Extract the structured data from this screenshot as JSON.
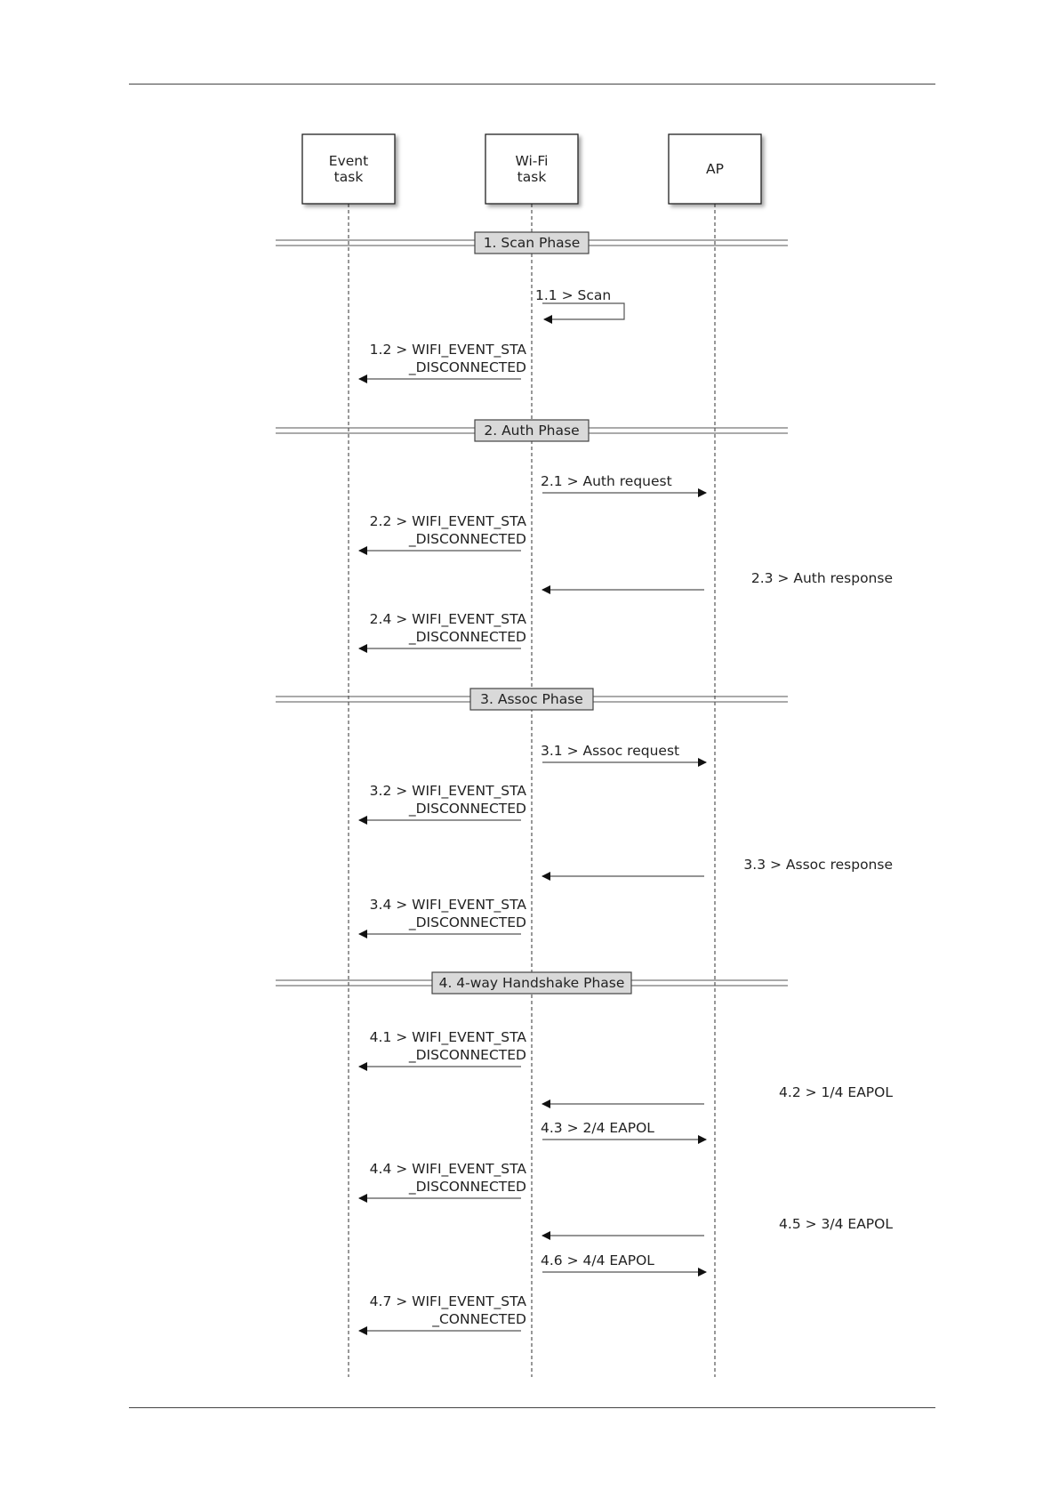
{
  "participants": [
    {
      "id": "event",
      "lines": [
        "Event",
        "task"
      ]
    },
    {
      "id": "wifi",
      "lines": [
        "Wi-Fi",
        "task"
      ]
    },
    {
      "id": "ap",
      "lines": [
        "AP"
      ]
    }
  ],
  "phases": [
    {
      "label": "1. Scan Phase"
    },
    {
      "label": "2. Auth Phase"
    },
    {
      "label": "3. Assoc Phase"
    },
    {
      "label": "4. 4-way Handshake Phase"
    }
  ],
  "messages": [
    {
      "name": "scan",
      "from": "wifi",
      "to": "wifi",
      "lines": [
        "1.1 > Scan"
      ]
    },
    {
      "name": "event-1-2",
      "from": "wifi",
      "to": "event",
      "lines": [
        "1.2 > WIFI_EVENT_STA",
        "_DISCONNECTED"
      ]
    },
    {
      "name": "auth-request",
      "from": "wifi",
      "to": "ap",
      "lines": [
        "2.1 > Auth request"
      ]
    },
    {
      "name": "event-2-2",
      "from": "wifi",
      "to": "event",
      "lines": [
        "2.2 > WIFI_EVENT_STA",
        "_DISCONNECTED"
      ]
    },
    {
      "name": "auth-response",
      "from": "ap",
      "to": "wifi",
      "lines": [
        "2.3 > Auth response"
      ]
    },
    {
      "name": "event-2-4",
      "from": "wifi",
      "to": "event",
      "lines": [
        "2.4 > WIFI_EVENT_STA",
        "_DISCONNECTED"
      ]
    },
    {
      "name": "assoc-request",
      "from": "wifi",
      "to": "ap",
      "lines": [
        "3.1 > Assoc request"
      ]
    },
    {
      "name": "event-3-2",
      "from": "wifi",
      "to": "event",
      "lines": [
        "3.2 > WIFI_EVENT_STA",
        "_DISCONNECTED"
      ]
    },
    {
      "name": "assoc-response",
      "from": "ap",
      "to": "wifi",
      "lines": [
        "3.3 > Assoc response"
      ]
    },
    {
      "name": "event-3-4",
      "from": "wifi",
      "to": "event",
      "lines": [
        "3.4 > WIFI_EVENT_STA",
        "_DISCONNECTED"
      ]
    },
    {
      "name": "event-4-1",
      "from": "wifi",
      "to": "event",
      "lines": [
        "4.1 > WIFI_EVENT_STA",
        "_DISCONNECTED"
      ]
    },
    {
      "name": "eapol-1-4",
      "from": "ap",
      "to": "wifi",
      "lines": [
        "4.2 > 1/4 EAPOL"
      ]
    },
    {
      "name": "eapol-2-4",
      "from": "wifi",
      "to": "ap",
      "lines": [
        "4.3 > 2/4 EAPOL"
      ]
    },
    {
      "name": "event-4-4",
      "from": "wifi",
      "to": "event",
      "lines": [
        "4.4 > WIFI_EVENT_STA",
        "_DISCONNECTED"
      ]
    },
    {
      "name": "eapol-3-4",
      "from": "ap",
      "to": "wifi",
      "lines": [
        "4.5 > 3/4 EAPOL"
      ]
    },
    {
      "name": "eapol-4-4",
      "from": "wifi",
      "to": "ap",
      "lines": [
        "4.6 > 4/4 EAPOL"
      ]
    },
    {
      "name": "event-4-7",
      "from": "wifi",
      "to": "event",
      "lines": [
        "4.7 > WIFI_EVENT_STA",
        "_CONNECTED"
      ]
    }
  ]
}
